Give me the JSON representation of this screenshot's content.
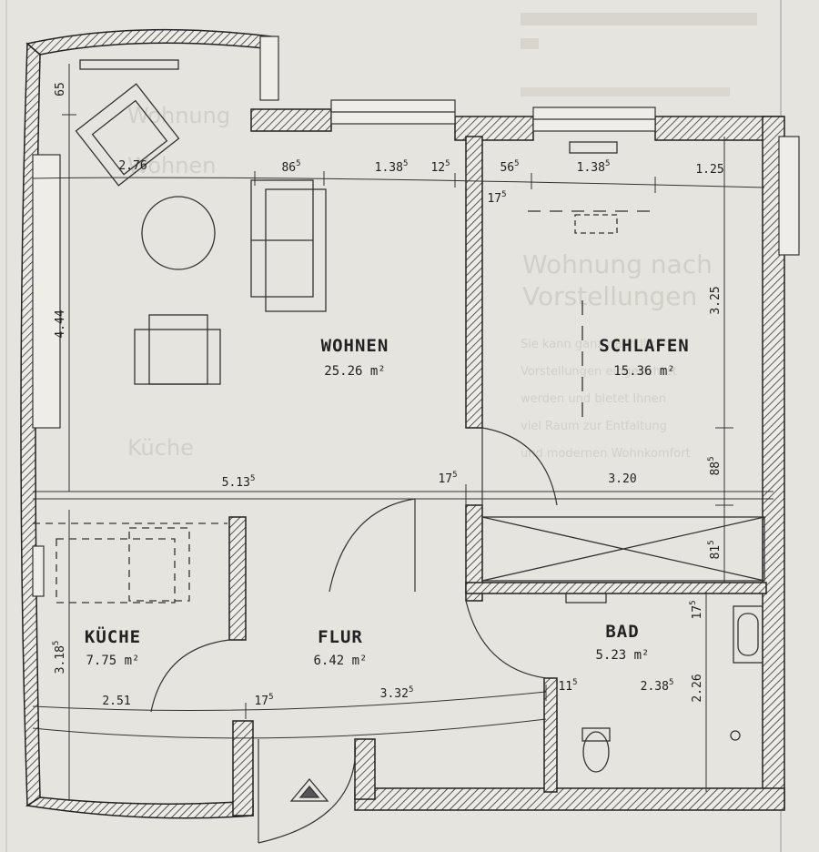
{
  "rooms": {
    "wohnen": {
      "name": "WOHNEN",
      "area": "25.26 m²"
    },
    "schlafen": {
      "name": "SCHLAFEN",
      "area": "15.36 m²"
    },
    "kueche": {
      "name": "KÜCHE",
      "area": "7.75 m²"
    },
    "flur": {
      "name": "FLUR",
      "area": "6.42 m²"
    },
    "bad": {
      "name": "BAD",
      "area": "5.23 m²"
    }
  },
  "dimensions": {
    "d_65": "65",
    "d_276": "2.76",
    "d_86": "86",
    "d_86_sup": "5",
    "d_138a": "1.38",
    "d_138a_sup": "5",
    "d_12": "12",
    "d_12_sup": "5",
    "d_56": "56",
    "d_56_sup": "5",
    "d_138b": "1.38",
    "d_138b_sup": "5",
    "d_125": "1.25",
    "d_17a": "17",
    "d_17a_sup": "5",
    "d_444": "4.44",
    "d_325": "3.25",
    "d_513": "5.13",
    "d_513_sup": "5",
    "d_17b": "17",
    "d_17b_sup": "5",
    "d_320": "3.20",
    "d_88": "88",
    "d_88_sup": "5",
    "d_81": "81",
    "d_81_sup": "5",
    "d_17c": "17",
    "d_17c_sup": "5",
    "d_318": "3.18",
    "d_318_sup": "5",
    "d_251": "2.51",
    "d_17d": "17",
    "d_17d_sup": "5",
    "d_332": "3.32",
    "d_332_sup": "5",
    "d_11": "11",
    "d_11_sup": "5",
    "d_238": "2.38",
    "d_238_sup": "5",
    "d_226": "2.26"
  },
  "page_text": {
    "left_ghost_lines": [
      "Wohnung",
      "Wohnen",
      "Küche"
    ],
    "right_ghost_heading": "Wohnung nach",
    "right_ghost_heading2": "Vorstellungen",
    "right_ghost_lines": [
      "Sie kann ganz nach Ihren",
      "Vorstellungen eingerichtet",
      "werden und bietet Ihnen",
      "viel Raum zur Entfaltung",
      "und modernen Wohnkomfort"
    ]
  }
}
